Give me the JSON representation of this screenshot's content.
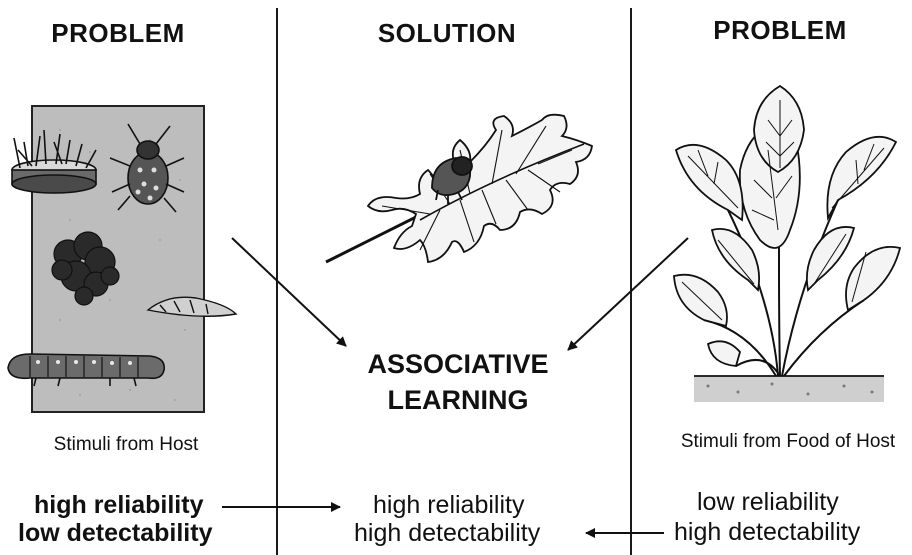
{
  "columns": {
    "left": {
      "heading": "PROBLEM",
      "caption": "Stimuli from Host",
      "line1": "high reliability",
      "line2": "low detectability"
    },
    "middle": {
      "heading": "SOLUTION",
      "center_line1": "ASSOCIATIVE",
      "center_line2": "LEARNING",
      "line1": "high reliability",
      "line2": "high detectability"
    },
    "right": {
      "heading": "PROBLEM",
      "caption": "Stimuli from Food of Host",
      "line1": "low reliability",
      "line2": "high detectability"
    }
  },
  "illustrations": {
    "left": "host-stimuli-collage",
    "middle": "larva-on-leaf",
    "right": "host-food-plant"
  },
  "colors": {
    "ink": "#111111",
    "panel": "#bdbdbd"
  }
}
